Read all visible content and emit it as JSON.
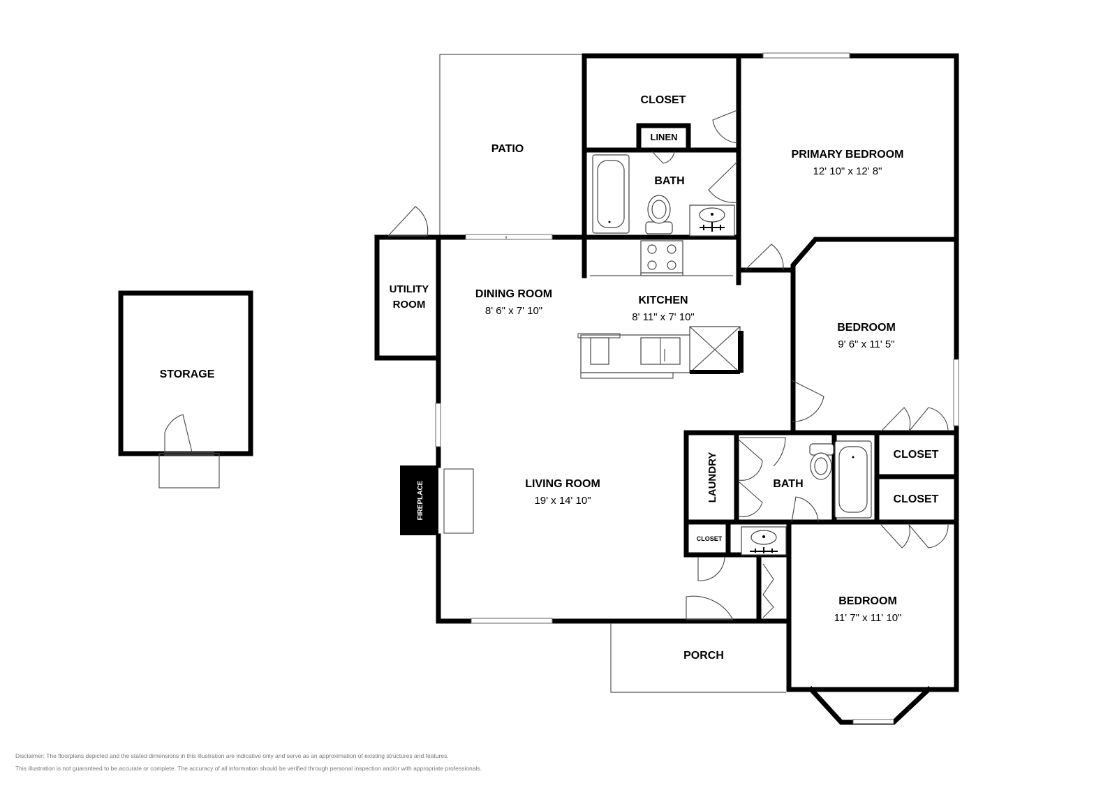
{
  "rooms": {
    "storage": {
      "name": "STORAGE"
    },
    "patio": {
      "name": "PATIO"
    },
    "utility_room": {
      "name_line1": "UTILITY",
      "name_line2": "ROOM"
    },
    "closet_top": {
      "name": "CLOSET"
    },
    "linen": {
      "name": "LINEN"
    },
    "bath_top": {
      "name": "BATH"
    },
    "primary_bedroom": {
      "name": "PRIMARY BEDROOM",
      "dims": "12' 10\" x 12' 8\""
    },
    "dining_room": {
      "name": "DINING ROOM",
      "dims": "8' 6\" x 7' 10\""
    },
    "kitchen": {
      "name": "KITCHEN",
      "dims": "8' 11\" x 7' 10\""
    },
    "bedroom_east": {
      "name": "BEDROOM",
      "dims": "9' 6\" x 11' 5\""
    },
    "living_room": {
      "name": "LIVING ROOM",
      "dims": "19' x 14' 10\""
    },
    "fireplace": {
      "name": "FIREPLACE"
    },
    "laundry": {
      "name": "LAUNDRY"
    },
    "bath_mid": {
      "name": "BATH"
    },
    "closet_small": {
      "name": "CLOSET"
    },
    "closet_right_1": {
      "name": "CLOSET"
    },
    "closet_right_2": {
      "name": "CLOSET"
    },
    "bedroom_south": {
      "name": "BEDROOM",
      "dims": "11' 7\" x 11' 10\""
    },
    "porch": {
      "name": "PORCH"
    }
  },
  "disclaimer": {
    "line1": "Disclaimer: The floorplans depicted and the stated dimensions in this illustration are indicative only and serve as an approximation of existing structures and features.",
    "line2": "This illustration is not guaranteed to be accurate or complete. The accuracy of all information should be verified through personal inspection and/or with appropriate professionals."
  }
}
